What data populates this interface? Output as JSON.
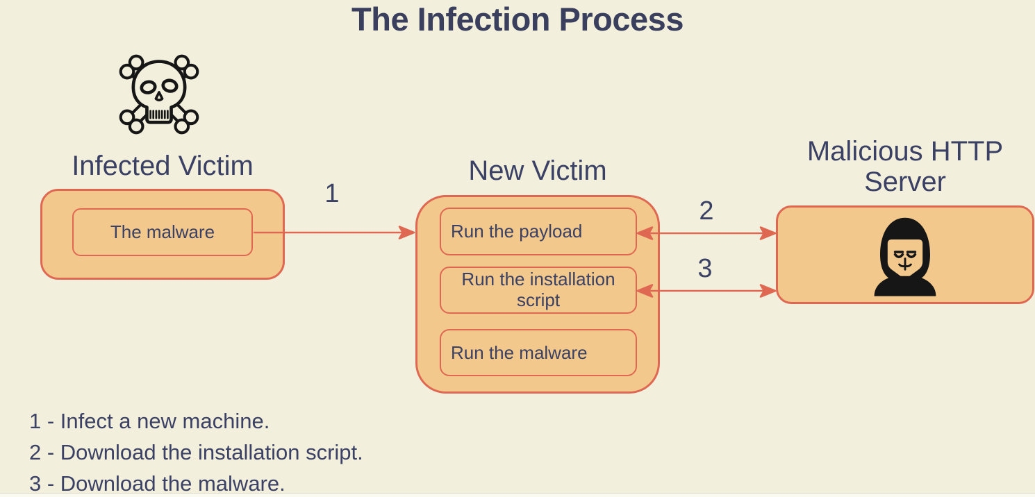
{
  "title": "The Infection Process",
  "colors": {
    "background": "#f2efdc",
    "box_fill": "#f2c88c",
    "box_border": "#df6852",
    "text": "#3b4164",
    "icon_black": "#161616"
  },
  "nodes": {
    "infected_victim": {
      "label": "Infected Victim",
      "icon": "skull-crossbones-icon",
      "items": [
        "The malware"
      ]
    },
    "new_victim": {
      "label": "New Victim",
      "items": [
        "Run the payload",
        "Run the installation script",
        "Run the malware"
      ]
    },
    "malicious_server": {
      "label": "Malicious HTTP Server",
      "icon": "hacker-anonymous-icon"
    }
  },
  "arrows": [
    {
      "label": "1",
      "from": "Infected Victim",
      "to": "New Victim",
      "heads": "end"
    },
    {
      "label": "2",
      "from": "New Victim",
      "to": "Malicious HTTP Server",
      "heads": "both"
    },
    {
      "label": "3",
      "from": "New Victim",
      "to": "Malicious HTTP Server",
      "heads": "both"
    }
  ],
  "legend": [
    "1 - Infect a new machine.",
    "2 - Download the installation script.",
    "3 - Download the malware."
  ]
}
